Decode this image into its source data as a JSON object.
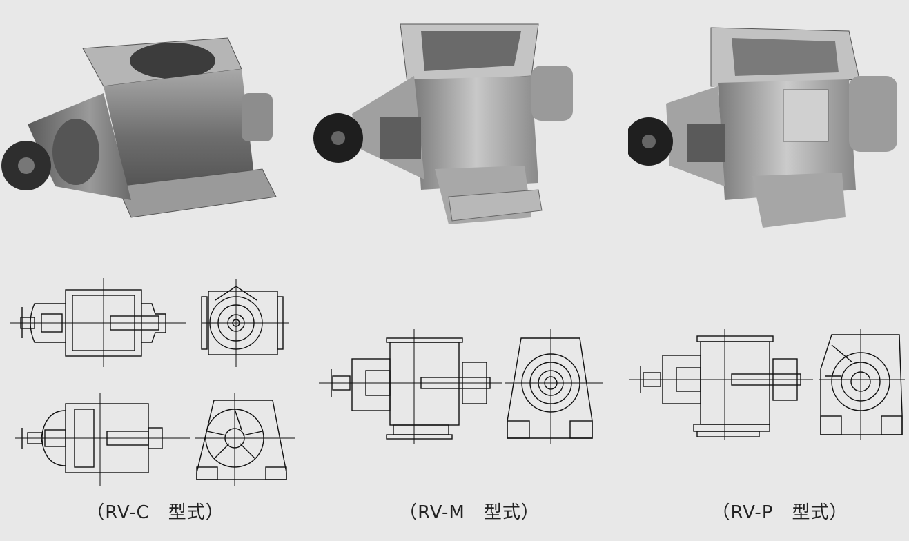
{
  "models": [
    {
      "id": "rv-c",
      "caption": "（RV-C　型式）"
    },
    {
      "id": "rv-m",
      "caption": "（RV-M　型式）"
    },
    {
      "id": "rv-p",
      "caption": "（RV-P　型式）"
    }
  ],
  "colors": {
    "background": "#e8e8e8",
    "metal": "#8a8a8a",
    "line": "#111111"
  }
}
